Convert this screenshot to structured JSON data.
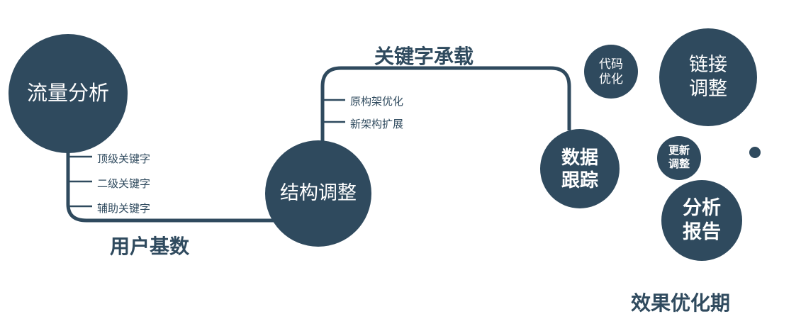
{
  "colors": {
    "primary": "#2F4A5E",
    "background": "#FFFFFF",
    "node_text": "#FFFFFF"
  },
  "nodes": {
    "traffic_analysis": {
      "label": "流量分析"
    },
    "structure_adjust": {
      "label": "结构调整"
    },
    "data_tracking": {
      "line1": "数据",
      "line2": "跟踪"
    },
    "code_optimization": {
      "line1": "代码",
      "line2": "优化"
    },
    "link_adjustment": {
      "line1": "链接",
      "line2": "调整"
    },
    "update_adjustment": {
      "line1": "更新",
      "line2": "调整"
    },
    "analysis_report": {
      "line1": "分析",
      "line2": "报告"
    }
  },
  "edge_labels": {
    "keyword_load": "关键字承载",
    "user_base": "用户基数"
  },
  "branches": {
    "traffic": {
      "items": [
        "顶级关键字",
        "二级关键字",
        "辅助关键字"
      ]
    },
    "structure": {
      "items": [
        "原构架优化",
        "新架构扩展"
      ]
    }
  },
  "caption": "效果优化期"
}
